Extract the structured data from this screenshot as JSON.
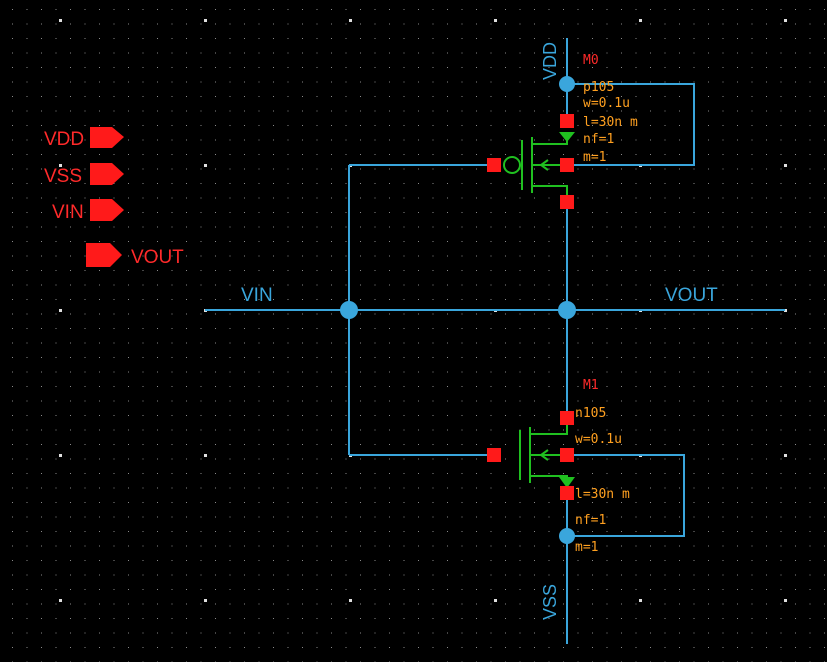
{
  "colors": {
    "background": "#000000",
    "wire": "#3aa6dc",
    "pin": "#ff1a1a",
    "pin_label": "#ff2a2a",
    "device": "#20c020",
    "device_text": "#ffa020",
    "net_label": "#3aa6dc",
    "grid_dot": "#c8c8c8"
  },
  "pins": [
    "VDD",
    "VSS",
    "VIN",
    "VOUT"
  ],
  "nets": {
    "vdd": "VDD",
    "vss": "VSS",
    "vin": "VIN",
    "vout": "VOUT"
  },
  "devices": {
    "pmos": {
      "name": "M0",
      "model": "p105",
      "w": "w=0.1u",
      "l": "l=30n m",
      "nf": "nf=1",
      "m": "m=1"
    },
    "nmos": {
      "name": "M1",
      "model": "n105",
      "w": "w=0.1u",
      "l": "l=30n m",
      "nf": "nf=1",
      "m": "m=1"
    }
  }
}
